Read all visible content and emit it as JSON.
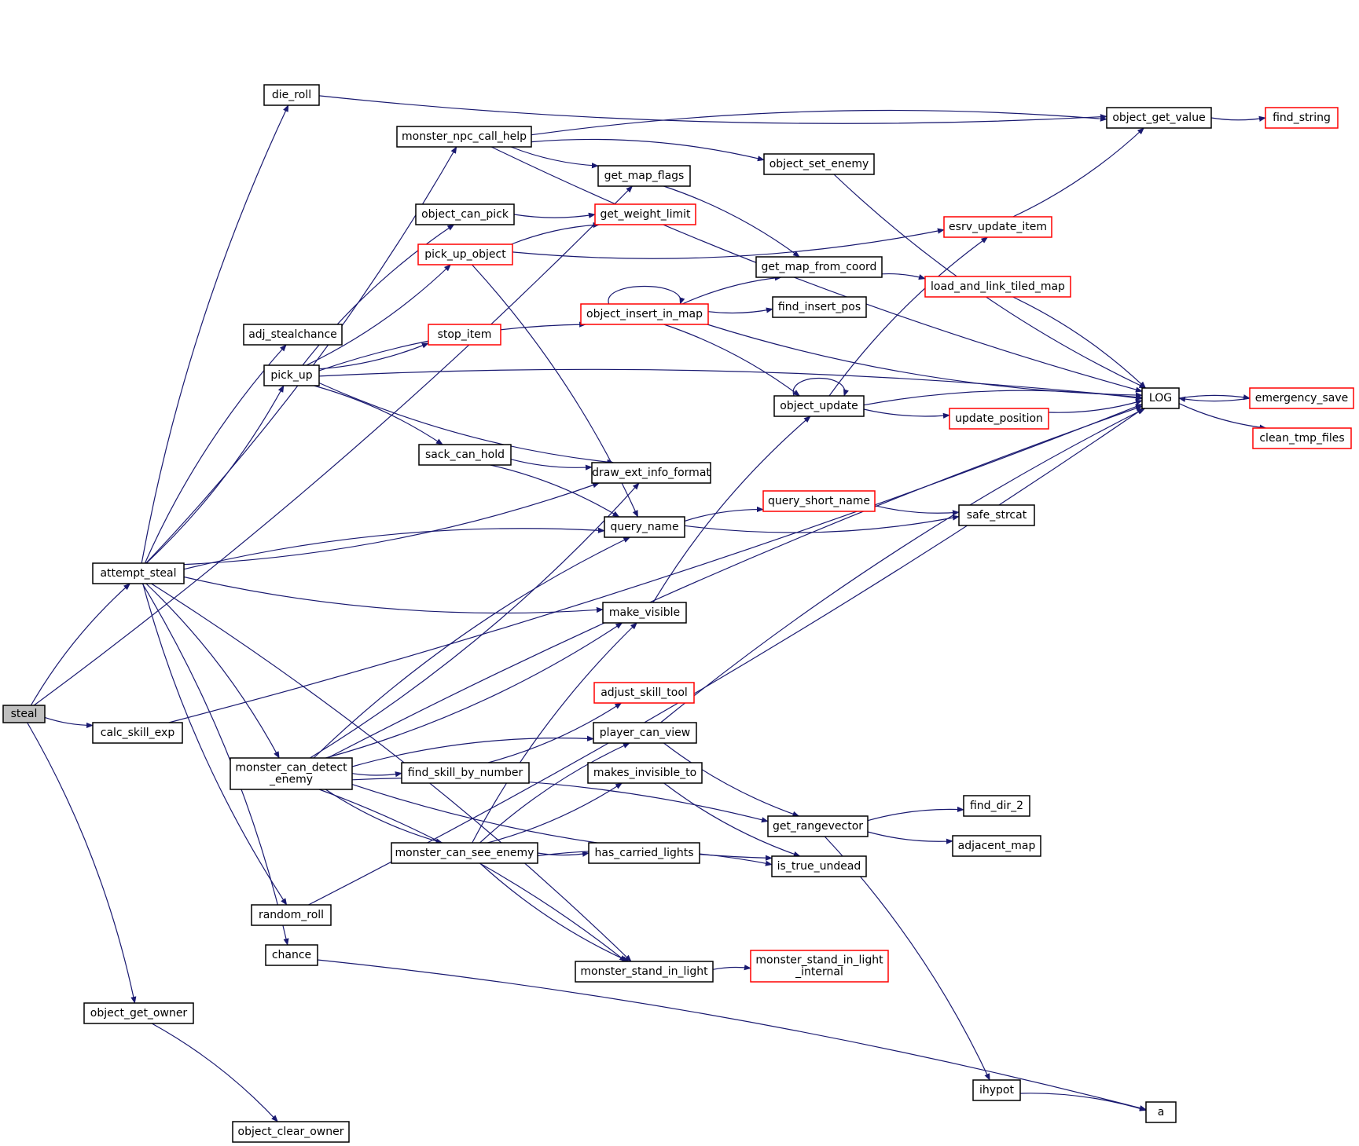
{
  "colors": {
    "edge": "#191970",
    "node_border": "#000000",
    "truncated_node_border": "#ff0000",
    "root_fill": "#bfbfbf"
  },
  "nodes": [
    {
      "id": "steal",
      "label": "steal",
      "kind": "root"
    },
    {
      "id": "attempt_steal",
      "label": "attempt_steal",
      "kind": "normal"
    },
    {
      "id": "calc_skill_exp",
      "label": "calc_skill_exp",
      "kind": "normal"
    },
    {
      "id": "object_get_owner",
      "label": "object_get_owner",
      "kind": "normal"
    },
    {
      "id": "object_clear_owner",
      "label": "object_clear_owner",
      "kind": "normal"
    },
    {
      "id": "die_roll",
      "label": "die_roll",
      "kind": "normal"
    },
    {
      "id": "monster_npc_call_help",
      "label": "monster_npc_call_help",
      "kind": "normal"
    },
    {
      "id": "adj_stealchance",
      "label": "adj_stealchance",
      "kind": "normal"
    },
    {
      "id": "pick_up",
      "label": "pick_up",
      "kind": "normal"
    },
    {
      "id": "monster_can_detect_enemy",
      "label": "monster_can_detect\n_enemy",
      "kind": "normal"
    },
    {
      "id": "random_roll",
      "label": "random_roll",
      "kind": "normal"
    },
    {
      "id": "chance",
      "label": "chance",
      "kind": "normal"
    },
    {
      "id": "object_can_pick",
      "label": "object_can_pick",
      "kind": "normal"
    },
    {
      "id": "pick_up_object",
      "label": "pick_up_object",
      "kind": "truncated"
    },
    {
      "id": "stop_item",
      "label": "stop_item",
      "kind": "truncated"
    },
    {
      "id": "sack_can_hold",
      "label": "sack_can_hold",
      "kind": "normal"
    },
    {
      "id": "find_skill_by_number",
      "label": "find_skill_by_number",
      "kind": "normal"
    },
    {
      "id": "monster_can_see_enemy",
      "label": "monster_can_see_enemy",
      "kind": "normal"
    },
    {
      "id": "get_map_flags",
      "label": "get_map_flags",
      "kind": "normal"
    },
    {
      "id": "get_weight_limit",
      "label": "get_weight_limit",
      "kind": "truncated"
    },
    {
      "id": "object_insert_in_map",
      "label": "object_insert_in_map",
      "kind": "truncated"
    },
    {
      "id": "draw_ext_info_format",
      "label": "draw_ext_info_format",
      "kind": "normal"
    },
    {
      "id": "query_name",
      "label": "query_name",
      "kind": "normal"
    },
    {
      "id": "make_visible",
      "label": "make_visible",
      "kind": "normal"
    },
    {
      "id": "adjust_skill_tool",
      "label": "adjust_skill_tool",
      "kind": "truncated"
    },
    {
      "id": "player_can_view",
      "label": "player_can_view",
      "kind": "normal"
    },
    {
      "id": "makes_invisible_to",
      "label": "makes_invisible_to",
      "kind": "normal"
    },
    {
      "id": "has_carried_lights",
      "label": "has_carried_lights",
      "kind": "normal"
    },
    {
      "id": "monster_stand_in_light",
      "label": "monster_stand_in_light",
      "kind": "normal"
    },
    {
      "id": "object_set_enemy",
      "label": "object_set_enemy",
      "kind": "normal"
    },
    {
      "id": "get_map_from_coord",
      "label": "get_map_from_coord",
      "kind": "normal"
    },
    {
      "id": "find_insert_pos",
      "label": "find_insert_pos",
      "kind": "normal"
    },
    {
      "id": "object_update",
      "label": "object_update",
      "kind": "normal"
    },
    {
      "id": "query_short_name",
      "label": "query_short_name",
      "kind": "truncated"
    },
    {
      "id": "get_rangevector",
      "label": "get_rangevector",
      "kind": "normal"
    },
    {
      "id": "is_true_undead",
      "label": "is_true_undead",
      "kind": "normal"
    },
    {
      "id": "monster_stand_in_light_internal",
      "label": "monster_stand_in_light\n_internal",
      "kind": "truncated"
    },
    {
      "id": "object_get_value",
      "label": "object_get_value",
      "kind": "normal"
    },
    {
      "id": "esrv_update_item",
      "label": "esrv_update_item",
      "kind": "truncated"
    },
    {
      "id": "load_and_link_tiled_map",
      "label": "load_and_link_tiled_map",
      "kind": "truncated"
    },
    {
      "id": "update_position",
      "label": "update_position",
      "kind": "truncated"
    },
    {
      "id": "safe_strcat",
      "label": "safe_strcat",
      "kind": "normal"
    },
    {
      "id": "find_dir_2",
      "label": "find_dir_2",
      "kind": "normal"
    },
    {
      "id": "adjacent_map",
      "label": "adjacent_map",
      "kind": "normal"
    },
    {
      "id": "ihypot",
      "label": "ihypot",
      "kind": "normal"
    },
    {
      "id": "LOG",
      "label": "LOG",
      "kind": "normal"
    },
    {
      "id": "a",
      "label": "a",
      "kind": "normal"
    },
    {
      "id": "find_string",
      "label": "find_string",
      "kind": "truncated"
    },
    {
      "id": "emergency_save",
      "label": "emergency_save",
      "kind": "truncated"
    },
    {
      "id": "clean_tmp_files",
      "label": "clean_tmp_files",
      "kind": "truncated"
    }
  ],
  "edges": [
    [
      "steal",
      "attempt_steal"
    ],
    [
      "steal",
      "calc_skill_exp"
    ],
    [
      "steal",
      "object_get_owner"
    ],
    [
      "steal",
      "get_map_flags"
    ],
    [
      "attempt_steal",
      "die_roll"
    ],
    [
      "attempt_steal",
      "monster_npc_call_help"
    ],
    [
      "attempt_steal",
      "adj_stealchance"
    ],
    [
      "attempt_steal",
      "pick_up"
    ],
    [
      "attempt_steal",
      "monster_can_detect_enemy"
    ],
    [
      "attempt_steal",
      "random_roll"
    ],
    [
      "attempt_steal",
      "chance"
    ],
    [
      "attempt_steal",
      "draw_ext_info_format"
    ],
    [
      "attempt_steal",
      "query_name"
    ],
    [
      "attempt_steal",
      "make_visible"
    ],
    [
      "attempt_steal",
      "monster_stand_in_light"
    ],
    [
      "calc_skill_exp",
      "LOG"
    ],
    [
      "object_get_owner",
      "object_clear_owner"
    ],
    [
      "die_roll",
      "object_get_value"
    ],
    [
      "monster_npc_call_help",
      "object_get_value"
    ],
    [
      "monster_npc_call_help",
      "get_map_flags"
    ],
    [
      "monster_npc_call_help",
      "object_set_enemy"
    ],
    [
      "monster_npc_call_help",
      "LOG"
    ],
    [
      "pick_up",
      "object_can_pick"
    ],
    [
      "pick_up",
      "pick_up_object"
    ],
    [
      "pick_up",
      "object_insert_in_map"
    ],
    [
      "pick_up",
      "stop_item"
    ],
    [
      "pick_up",
      "sack_can_hold"
    ],
    [
      "pick_up",
      "draw_ext_info_format"
    ],
    [
      "pick_up",
      "LOG"
    ],
    [
      "monster_can_detect_enemy",
      "draw_ext_info_format"
    ],
    [
      "monster_can_detect_enemy",
      "query_name"
    ],
    [
      "monster_can_detect_enemy",
      "make_visible"
    ],
    [
      "monster_can_detect_enemy",
      "LOG"
    ],
    [
      "monster_can_detect_enemy",
      "find_skill_by_number"
    ],
    [
      "monster_can_detect_enemy",
      "player_can_view"
    ],
    [
      "monster_can_detect_enemy",
      "monster_can_see_enemy"
    ],
    [
      "monster_can_detect_enemy",
      "get_rangevector"
    ],
    [
      "monster_can_detect_enemy",
      "is_true_undead"
    ],
    [
      "monster_can_detect_enemy",
      "monster_stand_in_light"
    ],
    [
      "random_roll",
      "LOG"
    ],
    [
      "chance",
      "a"
    ],
    [
      "object_can_pick",
      "get_weight_limit"
    ],
    [
      "pick_up_object",
      "get_weight_limit"
    ],
    [
      "pick_up_object",
      "esrv_update_item"
    ],
    [
      "pick_up_object",
      "query_name"
    ],
    [
      "sack_can_hold",
      "draw_ext_info_format"
    ],
    [
      "sack_can_hold",
      "query_name"
    ],
    [
      "find_skill_by_number",
      "adjust_skill_tool"
    ],
    [
      "monster_can_see_enemy",
      "player_can_view"
    ],
    [
      "monster_can_see_enemy",
      "makes_invisible_to"
    ],
    [
      "monster_can_see_enemy",
      "make_visible"
    ],
    [
      "monster_can_see_enemy",
      "has_carried_lights"
    ],
    [
      "monster_can_see_enemy",
      "is_true_undead"
    ],
    [
      "monster_can_see_enemy",
      "monster_stand_in_light"
    ],
    [
      "get_map_flags",
      "get_map_from_coord"
    ],
    [
      "object_insert_in_map",
      "object_insert_in_map"
    ],
    [
      "object_insert_in_map",
      "get_map_from_coord"
    ],
    [
      "object_insert_in_map",
      "find_insert_pos"
    ],
    [
      "object_insert_in_map",
      "object_update"
    ],
    [
      "object_insert_in_map",
      "LOG"
    ],
    [
      "query_name",
      "query_short_name"
    ],
    [
      "query_name",
      "safe_strcat"
    ],
    [
      "make_visible",
      "object_update"
    ],
    [
      "player_can_view",
      "get_rangevector"
    ],
    [
      "player_can_view",
      "LOG"
    ],
    [
      "makes_invisible_to",
      "is_true_undead"
    ],
    [
      "monster_stand_in_light",
      "monster_stand_in_light_internal"
    ],
    [
      "object_set_enemy",
      "LOG"
    ],
    [
      "get_map_from_coord",
      "load_and_link_tiled_map"
    ],
    [
      "object_update",
      "object_update"
    ],
    [
      "object_update",
      "esrv_update_item"
    ],
    [
      "object_update",
      "update_position"
    ],
    [
      "object_update",
      "LOG"
    ],
    [
      "query_short_name",
      "safe_strcat"
    ],
    [
      "get_rangevector",
      "find_dir_2"
    ],
    [
      "get_rangevector",
      "adjacent_map"
    ],
    [
      "get_rangevector",
      "ihypot"
    ],
    [
      "esrv_update_item",
      "object_get_value"
    ],
    [
      "load_and_link_tiled_map",
      "LOG"
    ],
    [
      "update_position",
      "LOG"
    ],
    [
      "ihypot",
      "a"
    ],
    [
      "object_get_value",
      "find_string"
    ],
    [
      "LOG",
      "emergency_save"
    ],
    [
      "LOG",
      "clean_tmp_files"
    ],
    [
      "emergency_save",
      "LOG"
    ]
  ]
}
